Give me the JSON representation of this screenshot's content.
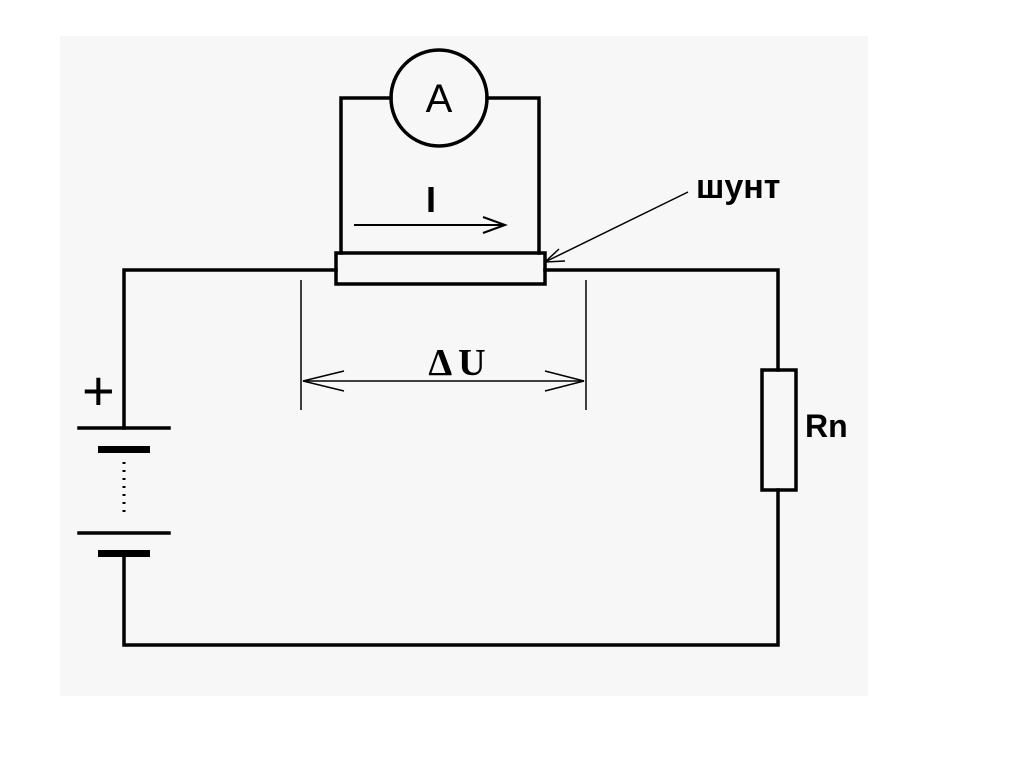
{
  "labels": {
    "ammeter": "A",
    "current": "I",
    "shunt": "шунт",
    "voltage_drop": "ΔU",
    "load_resistor": "Rn",
    "battery_plus": "+"
  }
}
